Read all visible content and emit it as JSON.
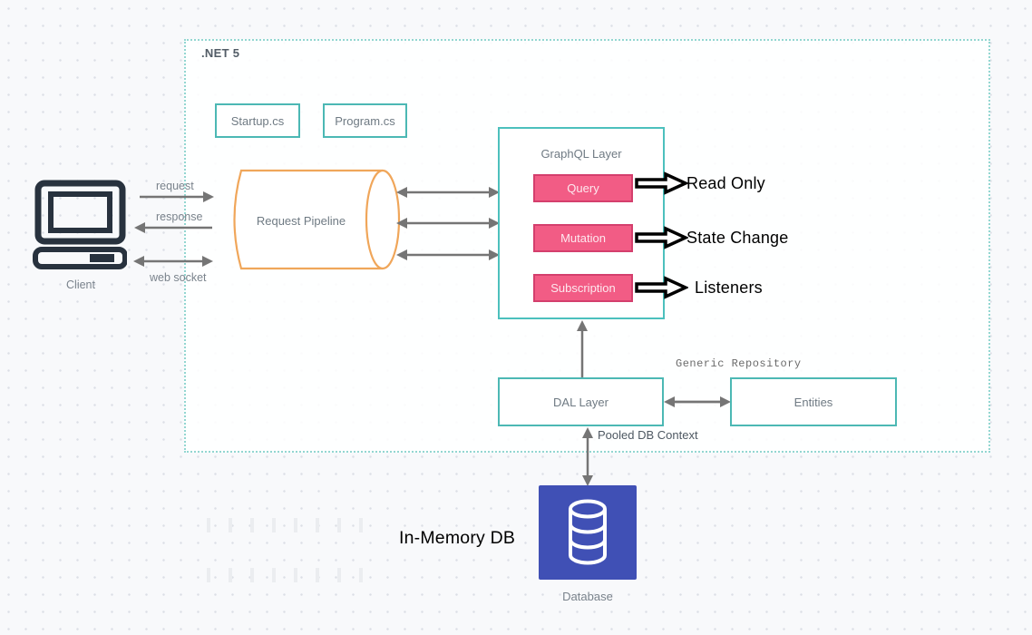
{
  "boundary": {
    "label": ".NET 5"
  },
  "files": [
    {
      "label": "Startup.cs"
    },
    {
      "label": "Program.cs"
    }
  ],
  "client": {
    "label": "Client",
    "icon": "computer-icon",
    "arrows": {
      "request": "request",
      "response": "response",
      "websocket": "web socket"
    }
  },
  "pipeline": {
    "label": "Request Pipeline"
  },
  "graphql": {
    "title": "GraphQL Layer",
    "operations": [
      {
        "label": "Query",
        "annotation": "Read Only"
      },
      {
        "label": "Mutation",
        "annotation": "State Change"
      },
      {
        "label": "Subscription",
        "annotation": "Listeners"
      }
    ]
  },
  "dal": {
    "label": "DAL Layer"
  },
  "entities": {
    "label": "Entities"
  },
  "labels": {
    "generic_repository": "Generic Repository",
    "pooled_db_context": "Pooled DB Context",
    "in_memory_db": "In-Memory DB"
  },
  "database": {
    "label": "Database",
    "icon": "database-cylinder-icon"
  },
  "colors": {
    "teal_border": "#4cb8b4",
    "teal_dashed": "#93d6d1",
    "orange": "#f0a65a",
    "pink_fill": "#f25c85",
    "pink_border": "#d43f6d",
    "indigo": "#4050b5",
    "arrow_gray": "#757575",
    "label_gray": "#6f7a83",
    "annotation_black": "#000000"
  }
}
